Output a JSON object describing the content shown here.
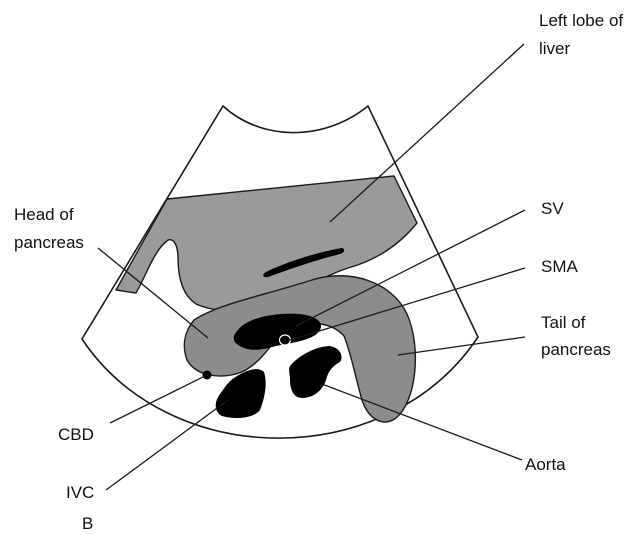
{
  "labels": {
    "left_lobe_line1": "Left lobe of",
    "left_lobe_line2": "liver",
    "head_line1": "Head of",
    "head_line2": "pancreas",
    "sv": "SV",
    "sma": "SMA",
    "tail_line1": "Tail of",
    "tail_line2": "pancreas",
    "cbd": "CBD",
    "ivc": "IVC",
    "aorta": "Aorta",
    "panel": "B"
  },
  "colors": {
    "liver_fill": "#9a9a9a",
    "pancreas_fill": "#8c8c8c",
    "vessel_fill": "#000000",
    "outline": "#1a1a1a",
    "background": "#ffffff"
  }
}
